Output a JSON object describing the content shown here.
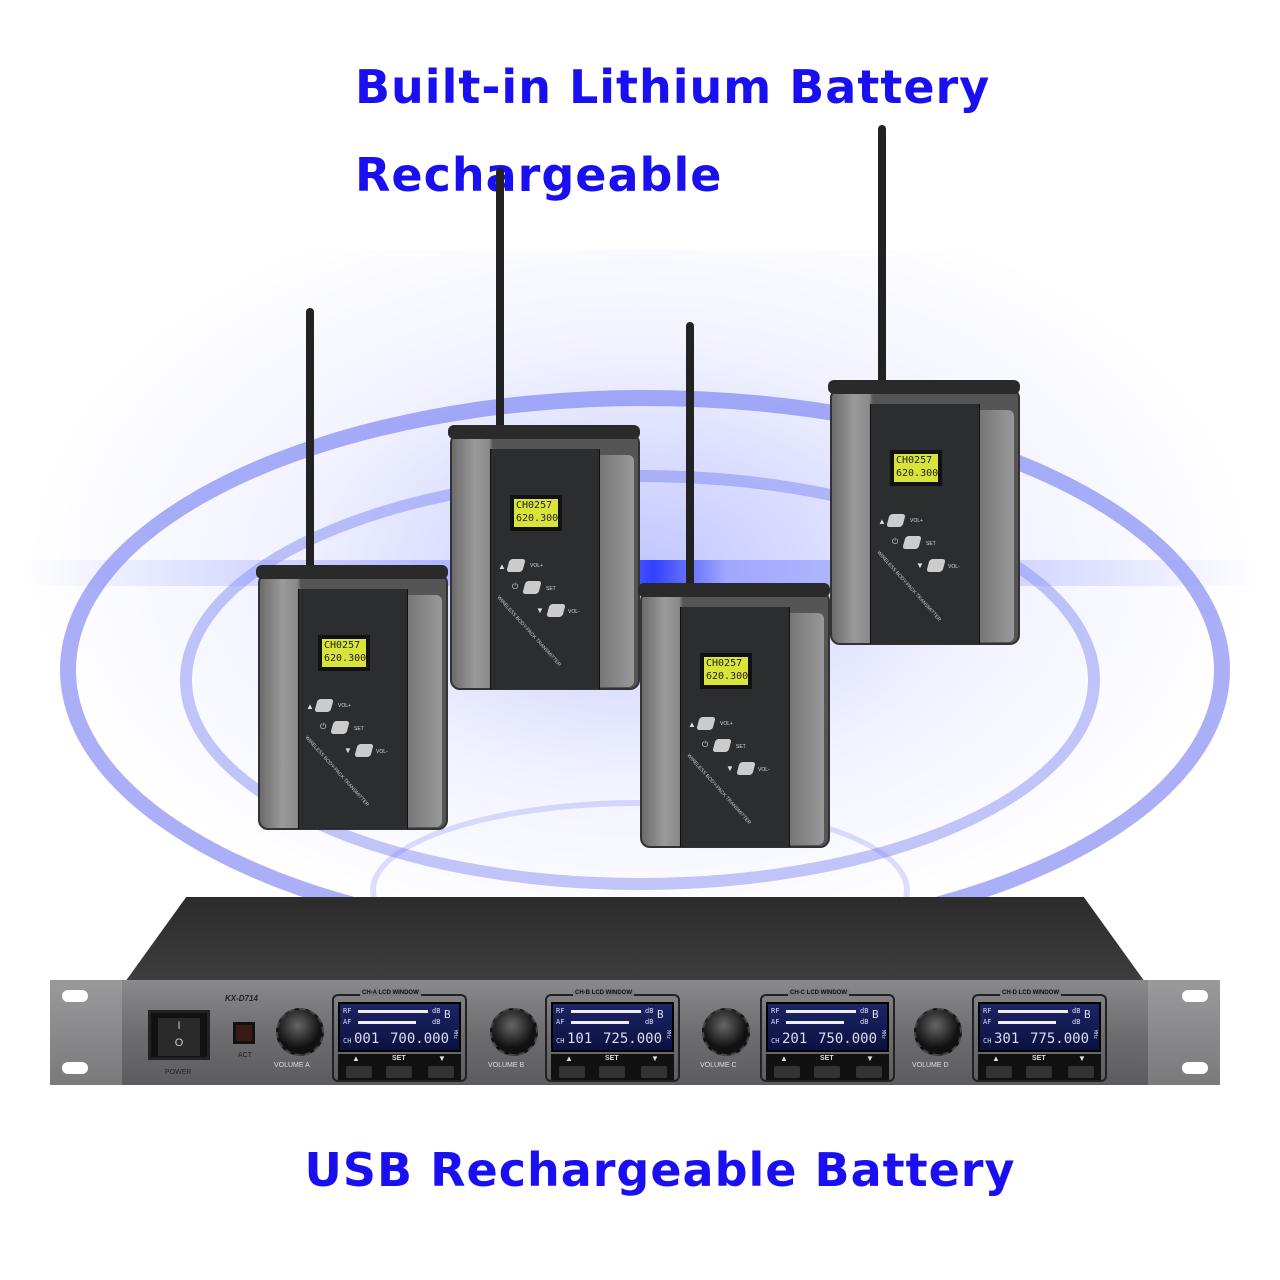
{
  "headlines": {
    "line1": "Built-in Lithium Battery",
    "line2": "Rechargeable",
    "line3": "USB Rechargeable Battery"
  },
  "colors": {
    "headline": "#1a0ff0",
    "rings": "#6470f0"
  },
  "transmitter": {
    "lcd_line1": "CH0257",
    "lcd_line2": "620.300",
    "vol_up": "VOL+",
    "set": "SET",
    "vol_down": "VOL-",
    "name": "WIRELESS BODY-PACK TRANSMITTER",
    "icons": [
      "up-triangle-icon",
      "power-icon",
      "down-triangle-icon"
    ]
  },
  "transmitters": [
    {
      "id": "1"
    },
    {
      "id": "2"
    },
    {
      "id": "3"
    },
    {
      "id": "4"
    }
  ],
  "receiver": {
    "model": "KX-D714",
    "power_label": "POWER",
    "power_on": "I",
    "power_off": "O",
    "act_label": "ACT",
    "channels": [
      {
        "window": "CH-A LCD WINDOW",
        "volume": "VOLUME A",
        "ch": "001",
        "freq": "700.000"
      },
      {
        "window": "CH-B LCD WINDOW",
        "volume": "VOLUME B",
        "ch": "101",
        "freq": "725.000"
      },
      {
        "window": "CH-C LCD WINDOW",
        "volume": "VOLUME C",
        "ch": "201",
        "freq": "750.000"
      },
      {
        "window": "CH-D LCD WINDOW",
        "volume": "VOLUME D",
        "ch": "301",
        "freq": "775.000"
      }
    ],
    "lcd": {
      "rf": "RF",
      "af": "AF",
      "db": "dB",
      "group": "B",
      "ch_label": "CH",
      "unit": "MHz",
      "set": "SET"
    }
  }
}
